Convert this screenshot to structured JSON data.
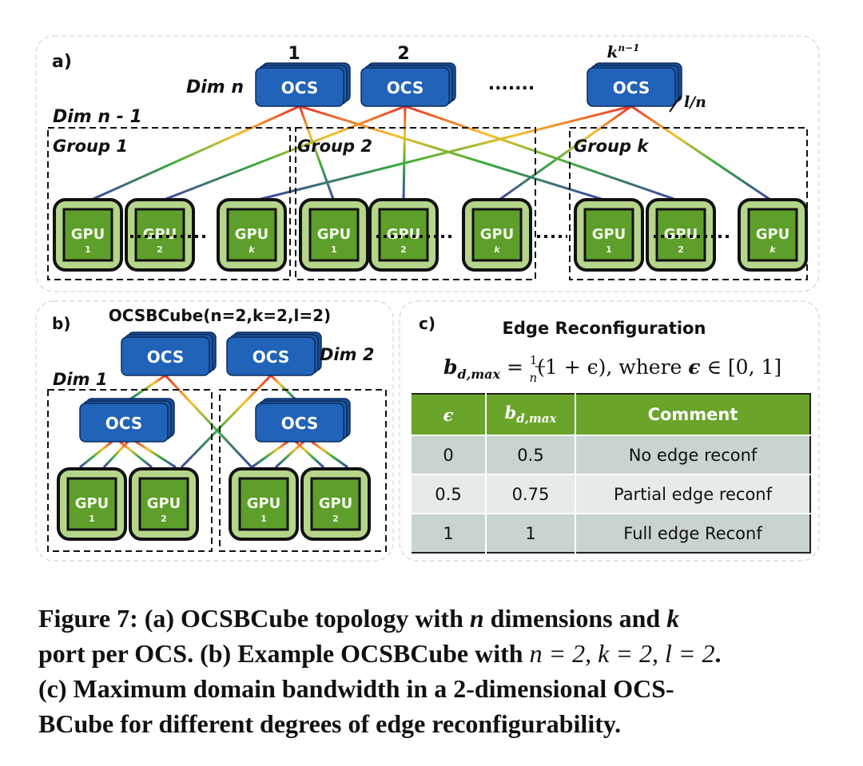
{
  "panel_a": {
    "label": "a)",
    "ocs_label": "OCS",
    "ocs_indices": [
      "1",
      "2",
      "k",
      "n−1"
    ],
    "ellipsis": ".......",
    "dim_n": "Dim n",
    "dim_n_minus_1": "Dim n - 1",
    "link_label": "l/n",
    "groups": [
      "Group 1",
      "Group 2",
      "Group k"
    ],
    "gpu_label": "GPU",
    "gpu_indices": [
      "1",
      "2",
      "k"
    ]
  },
  "panel_b": {
    "label": "b)",
    "title": "OCSBCube(n=2,k=2,l=2)",
    "dim_2": "Dim 2",
    "dim_1": "Dim 1",
    "ocs_label": "OCS",
    "gpu_label": "GPU",
    "gpu_indices": [
      "1",
      "2"
    ]
  },
  "panel_c": {
    "label": "c)",
    "title": "Edge Reconfiguration",
    "formula": {
      "lhs": "b",
      "lhs_sub": "d,max",
      "eq": " = ",
      "num": "1",
      "den": "n",
      "rhs": "(1 + ϵ), where ",
      "eps": "ϵ",
      "range": " ∈ [0, 1]"
    },
    "table": {
      "headers": [
        "ϵ",
        "b",
        "d,max",
        "Comment"
      ],
      "rows": [
        [
          "0",
          "0.5",
          "No edge reconf"
        ],
        [
          "0.5",
          "0.75",
          "Partial edge reconf"
        ],
        [
          "1",
          "1",
          "Full edge Reconf"
        ]
      ]
    }
  },
  "caption": {
    "l1a": "Figure 7: (a) OCSBCube topology with ",
    "l1n": "n",
    "l1b": " dimensions and ",
    "l1k": "k",
    "l2a": "port per OCS. (b) Example OCSBCube with ",
    "l2b": "n = 2, k = 2, l = 2",
    "l2c": ".",
    "l3": "(c) Maximum domain bandwidth in a 2-dimensional OCS-",
    "l4": "BCube for different degrees of edge reconfigurability."
  },
  "colors": {
    "ocs": "#1f5fae",
    "gpu_outer": "#b5d58a",
    "gpu_inner": "#5e9e2a",
    "table_header": "#6aa42b"
  }
}
